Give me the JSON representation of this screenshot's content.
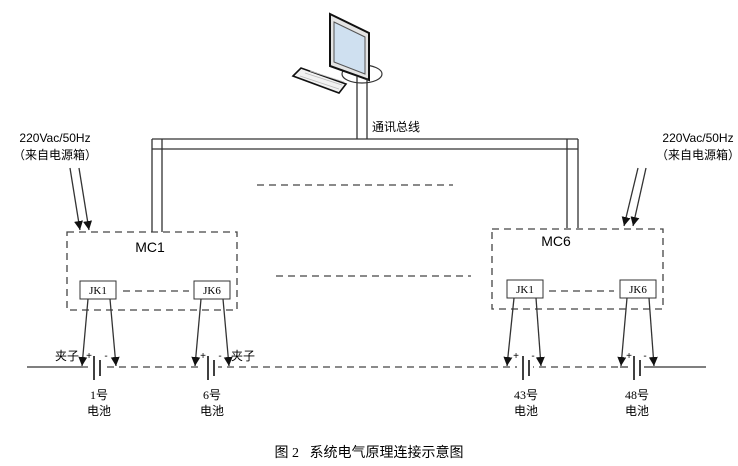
{
  "figure": {
    "caption": "图 2   系统电气原理连接示意图",
    "bus_label": "通讯总线",
    "power_left": {
      "line1": "220Vac/50Hz",
      "line2": "（来自电源箱）"
    },
    "power_right": {
      "line1": "220Vac/50Hz",
      "line2": "（来自电源箱）"
    },
    "modules": [
      {
        "label": "MC1",
        "jk": [
          "JK1",
          "JK6"
        ]
      },
      {
        "label": "MC6",
        "jk": [
          "JK1",
          "JK6"
        ]
      }
    ],
    "clip_label": "夹子",
    "plus": "+",
    "minus": "-",
    "batteries": [
      {
        "num": "1号",
        "name": "电池"
      },
      {
        "num": "6号",
        "name": "电池"
      },
      {
        "num": "43号",
        "name": "电池"
      },
      {
        "num": "48号",
        "name": "电池"
      }
    ]
  }
}
